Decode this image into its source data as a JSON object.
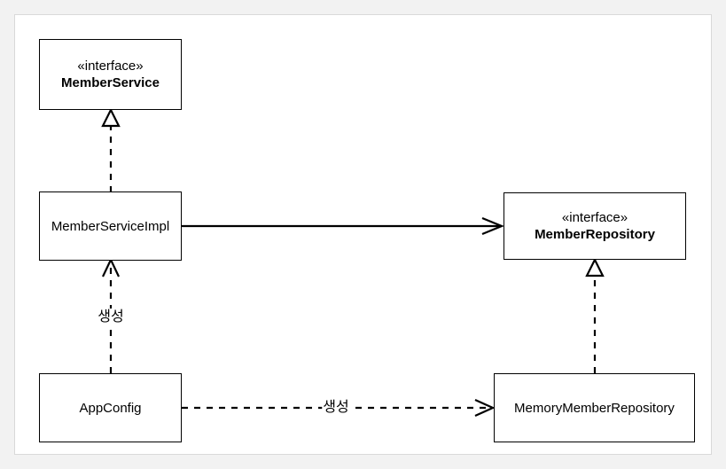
{
  "diagram": {
    "nodes": {
      "member_service": {
        "stereotype": "«interface»",
        "name": "MemberService"
      },
      "member_service_impl": {
        "name": "MemberServiceImpl"
      },
      "member_repository": {
        "stereotype": "«interface»",
        "name": "MemberRepository"
      },
      "app_config": {
        "name": "AppConfig"
      },
      "memory_member_repository": {
        "name": "MemoryMemberRepository"
      }
    },
    "edges": [
      {
        "from": "MemberServiceImpl",
        "to": "MemberService",
        "type": "realization"
      },
      {
        "from": "MemberServiceImpl",
        "to": "MemberRepository",
        "type": "association"
      },
      {
        "from": "MemoryMemberRepository",
        "to": "MemberRepository",
        "type": "realization"
      },
      {
        "from": "AppConfig",
        "to": "MemberServiceImpl",
        "type": "dependency",
        "label": "생성"
      },
      {
        "from": "AppConfig",
        "to": "MemoryMemberRepository",
        "type": "dependency",
        "label": "생성"
      }
    ],
    "colors": {
      "stroke": "#000000",
      "background": "#ffffff",
      "frame": "#d9d9d9"
    }
  }
}
